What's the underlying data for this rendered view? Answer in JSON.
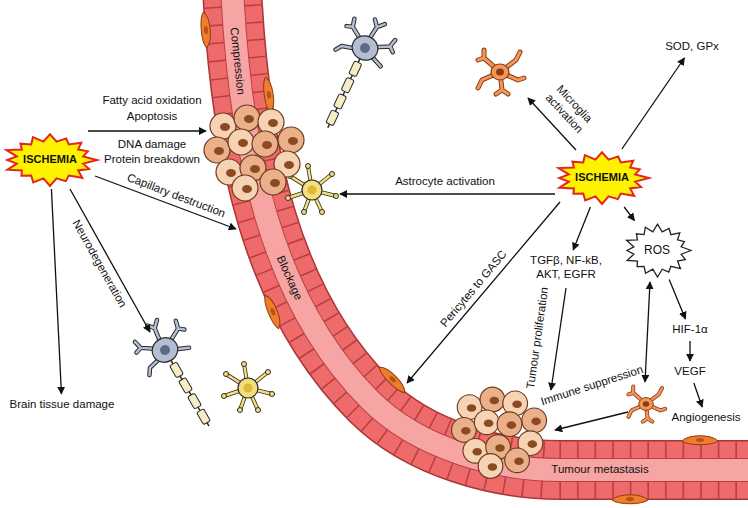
{
  "diagram": {
    "nodes": [
      {
        "text": [
          "ISCHEMIA"
        ]
      },
      {
        "text": [
          "Brain tissue damage"
        ]
      },
      {
        "text": [
          "ISCHEMIA"
        ]
      },
      {
        "text": [
          "SOD, GPx"
        ]
      },
      {
        "text": [
          "ROS"
        ]
      },
      {
        "text": [
          "TGFβ, NF-kB, AKT, EGFR"
        ]
      },
      {
        "text": [
          "HIF-1α"
        ]
      },
      {
        "text": [
          "VEGF"
        ]
      },
      {
        "text": [
          "Angiogenesis"
        ]
      }
    ],
    "edges": [
      {
        "from": 0,
        "to": 1,
        "arrow": "to"
      },
      {
        "from": 2,
        "to": 3,
        "arrow": "to"
      },
      {
        "from": 2,
        "to": 4,
        "arrow": "to"
      },
      {
        "from": 2,
        "to": 5,
        "arrow": "to"
      },
      {
        "from": 4,
        "to": 6,
        "arrow": "to"
      },
      {
        "from": 6,
        "to": 7,
        "arrow": "to"
      },
      {
        "from": 7,
        "to": 8,
        "arrow": "to"
      }
    ],
    "labels": [
      "Fatty acid oxidation",
      "Apoptosis",
      "DNA damage",
      "Protein breakdown",
      "Capillary destruction",
      "Neurodegeneration",
      "Compression",
      "Blockage",
      "Microglia activation",
      "Astrocyte activation",
      "Pericytes to GASC",
      "Tumour proliferation",
      "Immune suppression",
      "Tumour metastasis"
    ]
  }
}
